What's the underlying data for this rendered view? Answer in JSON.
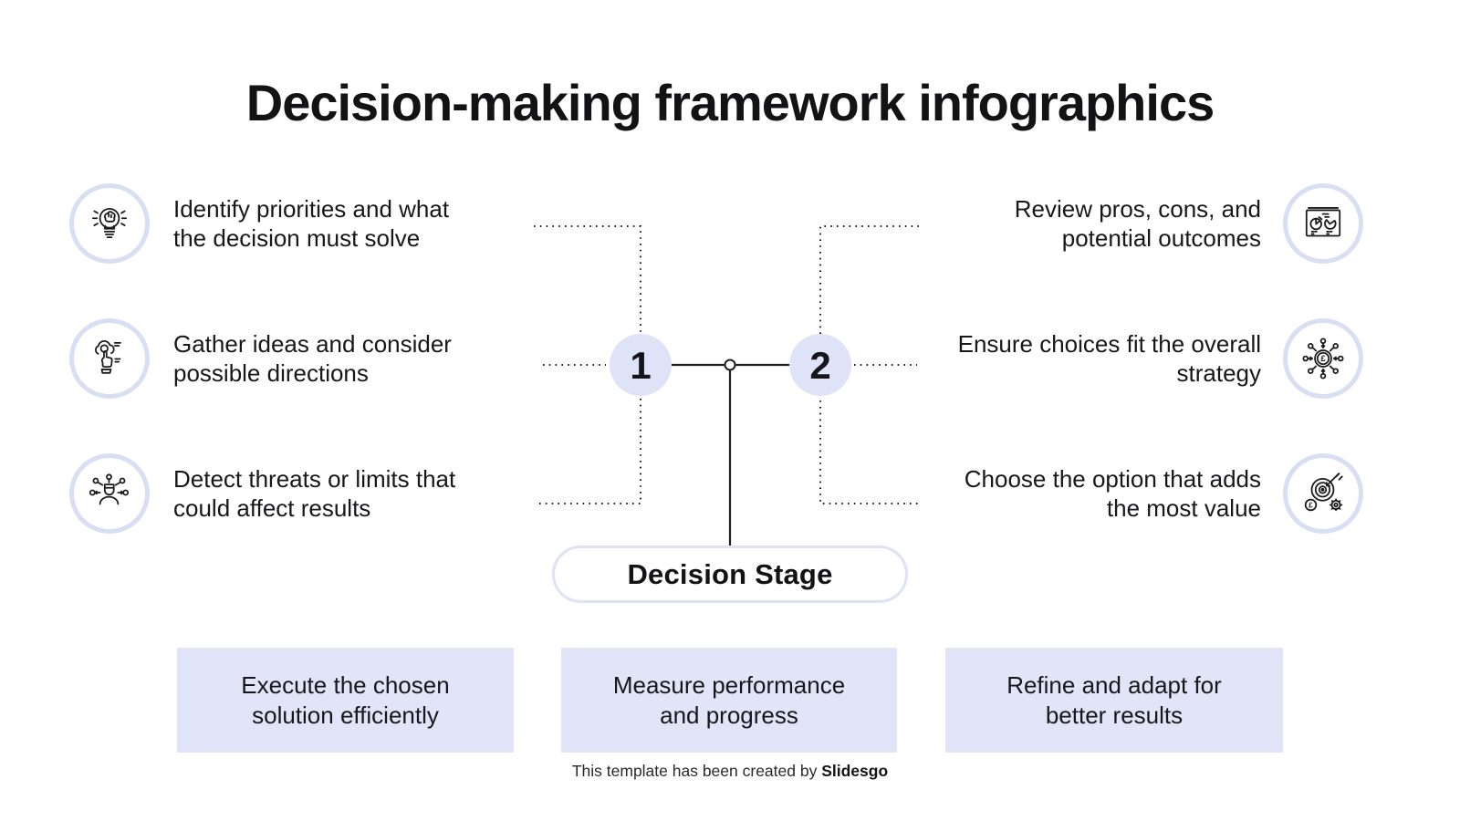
{
  "title": "Decision-making framework infographics",
  "left_items": [
    {
      "icon": "brainstorm-bulb-icon",
      "text": "Identify priorities and what\nthe decision must solve"
    },
    {
      "icon": "hand-gear-icon",
      "text": "Gather ideas and consider\npossible directions"
    },
    {
      "icon": "person-network-icon",
      "text": "Detect threats or limits that\ncould affect results"
    }
  ],
  "right_items": [
    {
      "icon": "charts-window-icon",
      "text": "Review pros, cons, and\npotential outcomes"
    },
    {
      "icon": "coin-network-icon",
      "text": "Ensure choices fit the overall\nstrategy"
    },
    {
      "icon": "target-dart-icon",
      "text": "Choose the option that adds\nthe most value"
    }
  ],
  "stages": [
    {
      "number": "1"
    },
    {
      "number": "2"
    }
  ],
  "center_label": "Decision Stage",
  "bottom_boxes": [
    "Execute the chosen\nsolution efficiently",
    "Measure performance\nand progress",
    "Refine and adapt for\nbetter results"
  ],
  "footer": {
    "text": "This template has been created by ",
    "brand": "Slidesgo"
  },
  "colors": {
    "accent_fill": "#dfe3f8",
    "accent_border": "#d9dff3",
    "pill_border": "#dde3f7",
    "box_fill": "#e2e4f8",
    "line": "#1f1f1f"
  }
}
